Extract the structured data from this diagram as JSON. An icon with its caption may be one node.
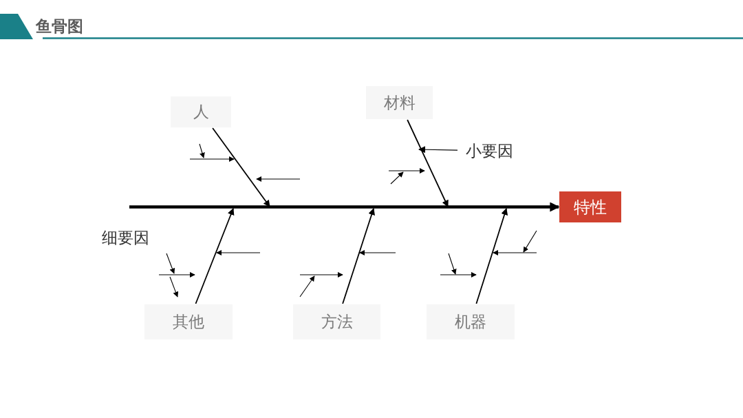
{
  "diagram": {
    "title": "鱼骨图",
    "nodes": [
      {
        "text": [
          "人"
        ]
      },
      {
        "text": [
          "材料"
        ]
      },
      {
        "text": [
          "特性"
        ]
      },
      {
        "text": [
          "其他"
        ]
      },
      {
        "text": [
          "方法"
        ]
      },
      {
        "text": [
          "机器"
        ]
      },
      {
        "text": [
          "小要因"
        ]
      }
    ],
    "edges": [
      {
        "from": null,
        "to": 2,
        "arrow": "to",
        "style": "thick"
      },
      {
        "from": 0,
        "to": null,
        "arrow": "to"
      },
      {
        "from": 1,
        "to": null,
        "arrow": "to"
      },
      {
        "from": 3,
        "to": null,
        "arrow": "to"
      },
      {
        "from": 4,
        "to": null,
        "arrow": "to"
      },
      {
        "from": 5,
        "to": null,
        "arrow": "to"
      },
      {
        "from": 6,
        "to": null,
        "arrow": "to"
      }
    ],
    "labels": [
      "细要因"
    ]
  }
}
